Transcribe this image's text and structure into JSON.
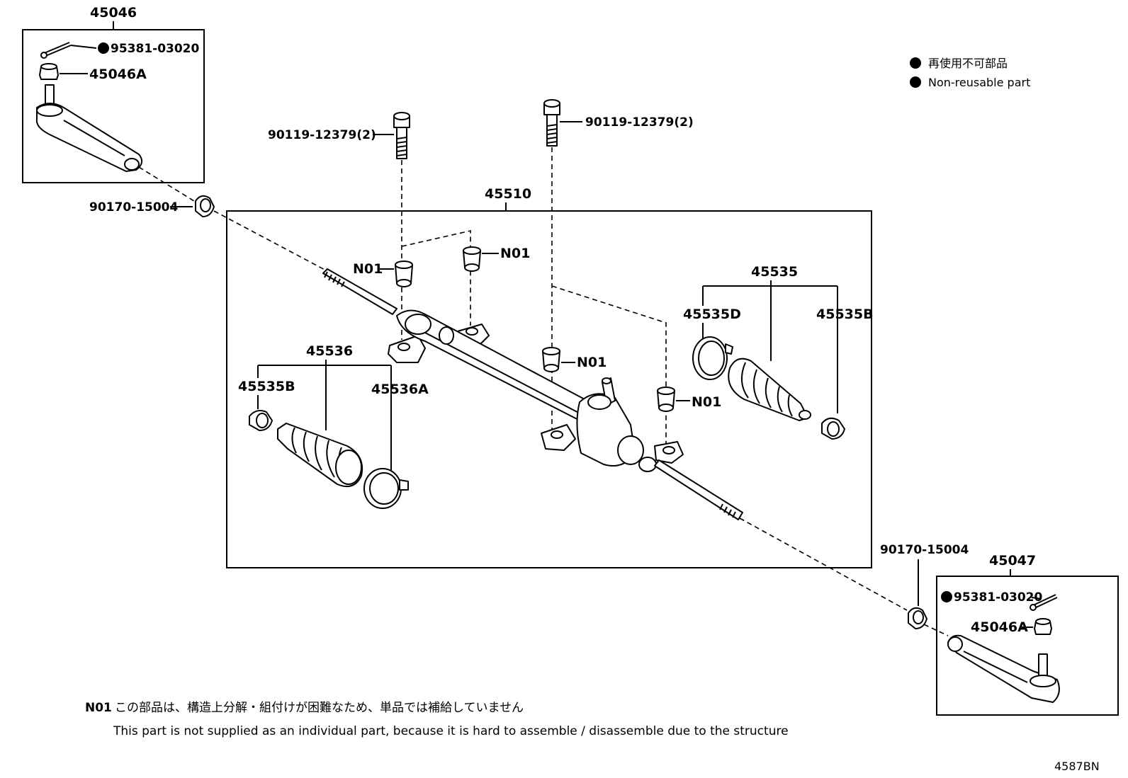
{
  "legend": {
    "non_reusable_ja": "再使用不可部品",
    "non_reusable_en": "Non-reusable part"
  },
  "labels": {
    "tie_rod_end_lh": "45046",
    "tie_rod_end_rh": "45047",
    "cotter_pin_lh": "95381-03020",
    "cotter_pin_rh": "95381-03020",
    "nut_lh": "45046A",
    "nut_rh": "45046A",
    "bolt_left": "90119-12379(2)",
    "bolt_right": "90119-12379(2)",
    "lock_nut_lh": "90170-15004",
    "lock_nut_rh": "90170-15004",
    "rack_assembly": "45510",
    "n01_a": "N01",
    "n01_b": "N01",
    "n01_c": "N01",
    "n01_d": "N01",
    "boot_rh": "45535",
    "boot_rh_clamp_d": "45535D",
    "boot_rh_clamp_b": "45535B",
    "boot_lh": "45536",
    "boot_lh_clamp_b": "45535B",
    "boot_lh_clamp_a": "45536A"
  },
  "note": {
    "code": "N01",
    "text_ja": "この部品は、構造上分解・組付けが困難なため、単品では補給していません",
    "text_en": "This part is not supplied as an individual part, because it is hard to assemble / disassemble due to the structure"
  },
  "figure_code": "4587BN"
}
